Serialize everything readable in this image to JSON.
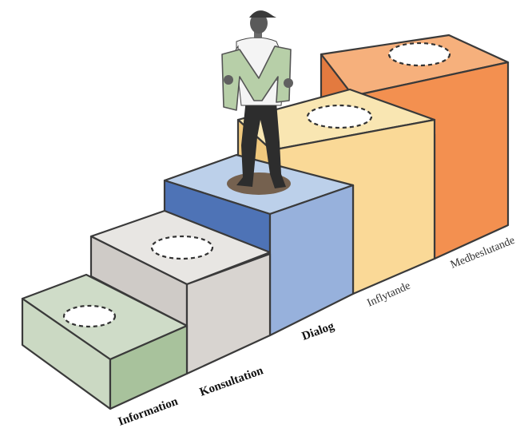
{
  "diagram": {
    "steps": [
      {
        "id": "information",
        "label": "Information",
        "colors": {
          "top": "#cfdcc8",
          "front": "#cbd9c3",
          "side": "#a8c29c"
        }
      },
      {
        "id": "konsultation",
        "label": "Konsultation",
        "colors": {
          "top": "#e8e6e3",
          "front": "#cfcbc7",
          "side": "#d8d4d0"
        }
      },
      {
        "id": "dialog",
        "label": "Dialog",
        "colors": {
          "top": "#bcd0ea",
          "front": "#4e73b6",
          "side": "#97b1dc"
        }
      },
      {
        "id": "inflytande",
        "label": "Inflytande",
        "colors": {
          "top": "#f9e6b2",
          "front": "#f0c87d",
          "side": "#fad997"
        }
      },
      {
        "id": "medbeslutande",
        "label": "Medbeslutande",
        "colors": {
          "top": "#f6b07c",
          "front": "#e37a3f",
          "side": "#f39050"
        }
      }
    ],
    "figure": {
      "held_letter": "M",
      "letter_color": "#b7cfa8"
    }
  }
}
